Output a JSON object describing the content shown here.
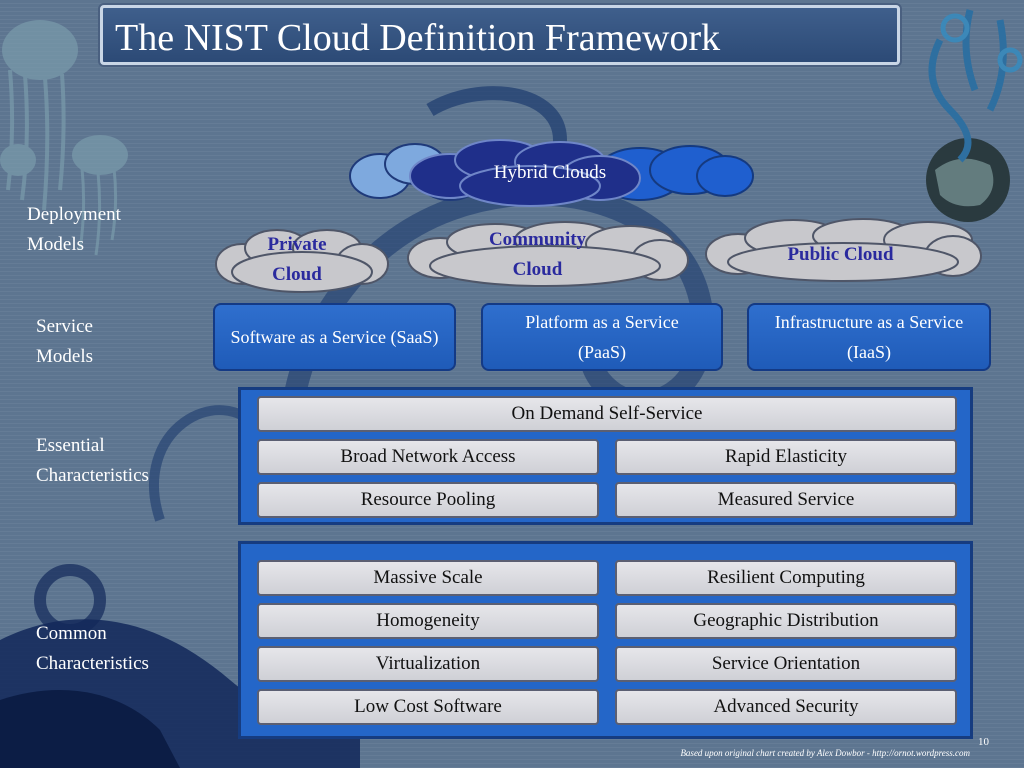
{
  "title": "The NIST Cloud Definition Framework",
  "row_labels": {
    "deployment": [
      "Deployment",
      "Models"
    ],
    "service": [
      "Service",
      "Models"
    ],
    "essential": [
      "Essential",
      "Characteristics"
    ],
    "common": [
      "Common",
      "Characteristics"
    ]
  },
  "deployment": {
    "hybrid": "Hybrid Clouds",
    "private": [
      "Private",
      "Cloud"
    ],
    "community": [
      "Community",
      "Cloud"
    ],
    "public": "Public Cloud"
  },
  "service_models": {
    "saas": [
      "Software as a Service (SaaS)"
    ],
    "paas": [
      "Platform as a Service",
      "(PaaS)"
    ],
    "iaas": [
      "Infrastructure as a Service",
      "(IaaS)"
    ]
  },
  "essential": {
    "on_demand": "On Demand Self-Service",
    "broad_network": "Broad Network Access",
    "rapid_elasticity": "Rapid Elasticity",
    "resource_pooling": "Resource Pooling",
    "measured_service": "Measured Service"
  },
  "common": {
    "massive_scale": "Massive Scale",
    "resilient": "Resilient Computing",
    "homogeneity": "Homogeneity",
    "geographic": "Geographic Distribution",
    "virtualization": "Virtualization",
    "service_orientation": "Service Orientation",
    "low_cost": "Low Cost Software",
    "advanced_security": "Advanced Security"
  },
  "footer": "Based upon original chart created by Alex Dowbor - http://ornot.wordpress.com",
  "page_number": "10",
  "colors": {
    "background": "#5d7590",
    "service_blue": "#2f6fce",
    "panel_blue": "#2466c8",
    "cloud_gray": "#c8c8cc",
    "hybrid_navy": "#1f2f8a",
    "cloud_text": "#2a2a9e"
  }
}
